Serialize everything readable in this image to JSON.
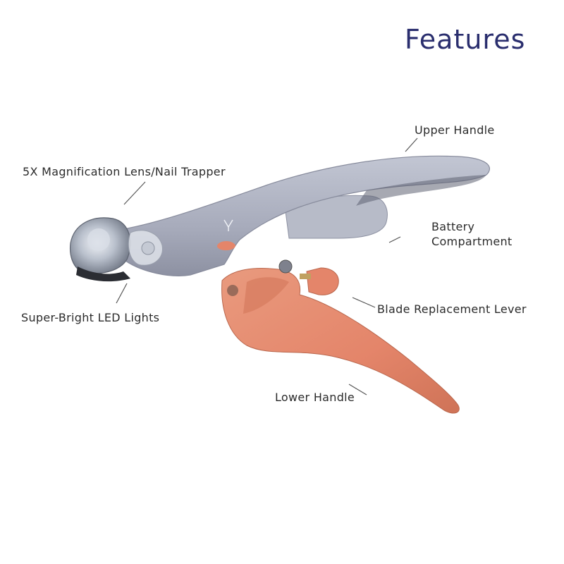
{
  "title": "Features",
  "labels": {
    "upper_handle": "Upper Handle",
    "magnification": "5X Magnification Lens/Nail Trapper",
    "battery_line1": "Battery",
    "battery_line2": "Compartment",
    "led": "Super-Bright LED Lights",
    "blade": "Blade Replacement Lever",
    "lower_handle": "Lower Handle"
  },
  "colors": {
    "title": "#2a2e6e",
    "body_gray": "#a9adbd",
    "body_gray_dark": "#8e92a3",
    "handle_orange": "#e4876a",
    "handle_orange_dark": "#c96f53",
    "leader": "#555555"
  }
}
